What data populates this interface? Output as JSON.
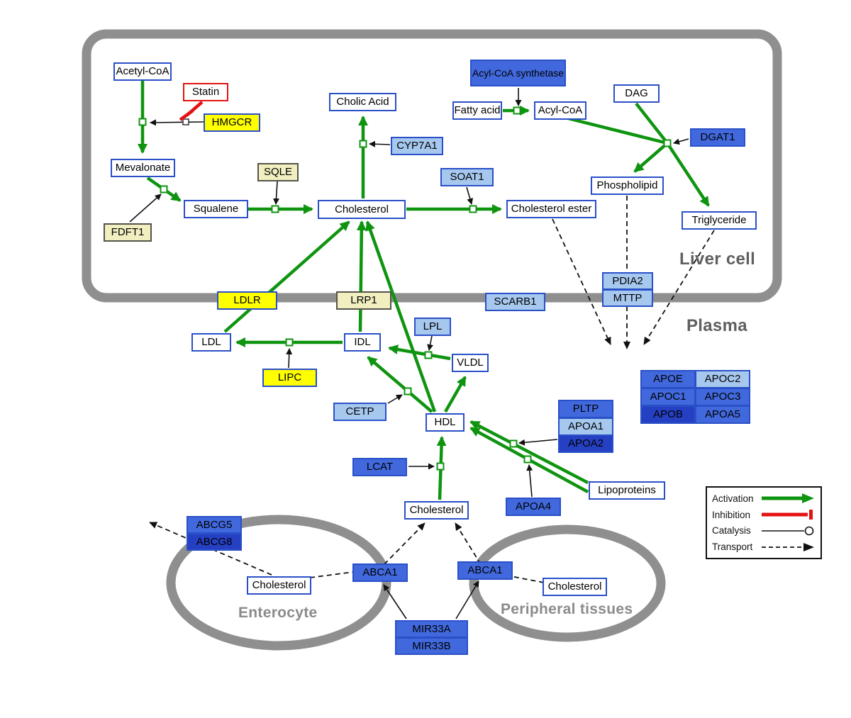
{
  "regions": {
    "liver": "Liver cell",
    "plasma": "Plasma",
    "enterocyte": "Enterocyte",
    "peripheral": "Peripheral tissues"
  },
  "nodes": {
    "acetyl_coa": "Acetyl-CoA",
    "statin": "Statin",
    "hmgcr": "HMGCR",
    "mevalonate": "Mevalonate",
    "sqle": "SQLE",
    "squalene": "Squalene",
    "fdft1": "FDFT1",
    "cholic_acid": "Cholic Acid",
    "cyp7a1": "CYP7A1",
    "cholesterol_liver": "Cholesterol",
    "soat1": "SOAT1",
    "cholesterol_ester": "Cholesterol ester",
    "acyl_coa_synthetase": "Acyl-CoA synthetase",
    "fatty_acid": "Fatty acid",
    "acyl_coa": "Acyl-CoA",
    "dag": "DAG",
    "dgat1": "DGAT1",
    "phospholipid": "Phospholipid",
    "triglyceride": "Triglyceride",
    "ldlr": "LDLR",
    "lrp1": "LRP1",
    "scarb1": "SCARB1",
    "pdia2": "PDIA2",
    "mttp": "MTTP",
    "ldl": "LDL",
    "idl": "IDL",
    "lpl": "LPL",
    "vldl": "VLDL",
    "lipc": "LIPC",
    "cetp": "CETP",
    "hdl": "HDL",
    "pltp": "PLTP",
    "apoa1": "APOA1",
    "apoa2": "APOA2",
    "lcat": "LCAT",
    "apoa4": "APOA4",
    "lipoproteins": "Lipoproteins",
    "apoe": "APOE",
    "apoc2": "APOC2",
    "apoc1": "APOC1",
    "apoc3": "APOC3",
    "apob": "APOB",
    "apoa5": "APOA5",
    "cholesterol_plasma": "Cholesterol",
    "abcg5": "ABCG5",
    "abcg8": "ABCG8",
    "cholesterol_enterocyte": "Cholesterol",
    "abca1_left": "ABCA1",
    "abca1_right": "ABCA1",
    "cholesterol_peripheral": "Cholesterol",
    "mir33a": "MIR33A",
    "mir33b": "MIR33B"
  },
  "legend": {
    "activation": "Activation",
    "inhibition": "Inhibition",
    "catalysis": "Catalysis",
    "transport": "Transport"
  },
  "colors": {
    "activation_green": "#0f9410",
    "inhibition_red": "#e51212",
    "node_border_blue": "#2a50c8",
    "yellow": "#ffff00",
    "pale_yellow": "#f1eec0",
    "light_blue": "#a6c8ef",
    "mid_blue": "#4169dd",
    "dark_blue": "#2640c4",
    "membrane_gray": "#8f8f8f"
  }
}
